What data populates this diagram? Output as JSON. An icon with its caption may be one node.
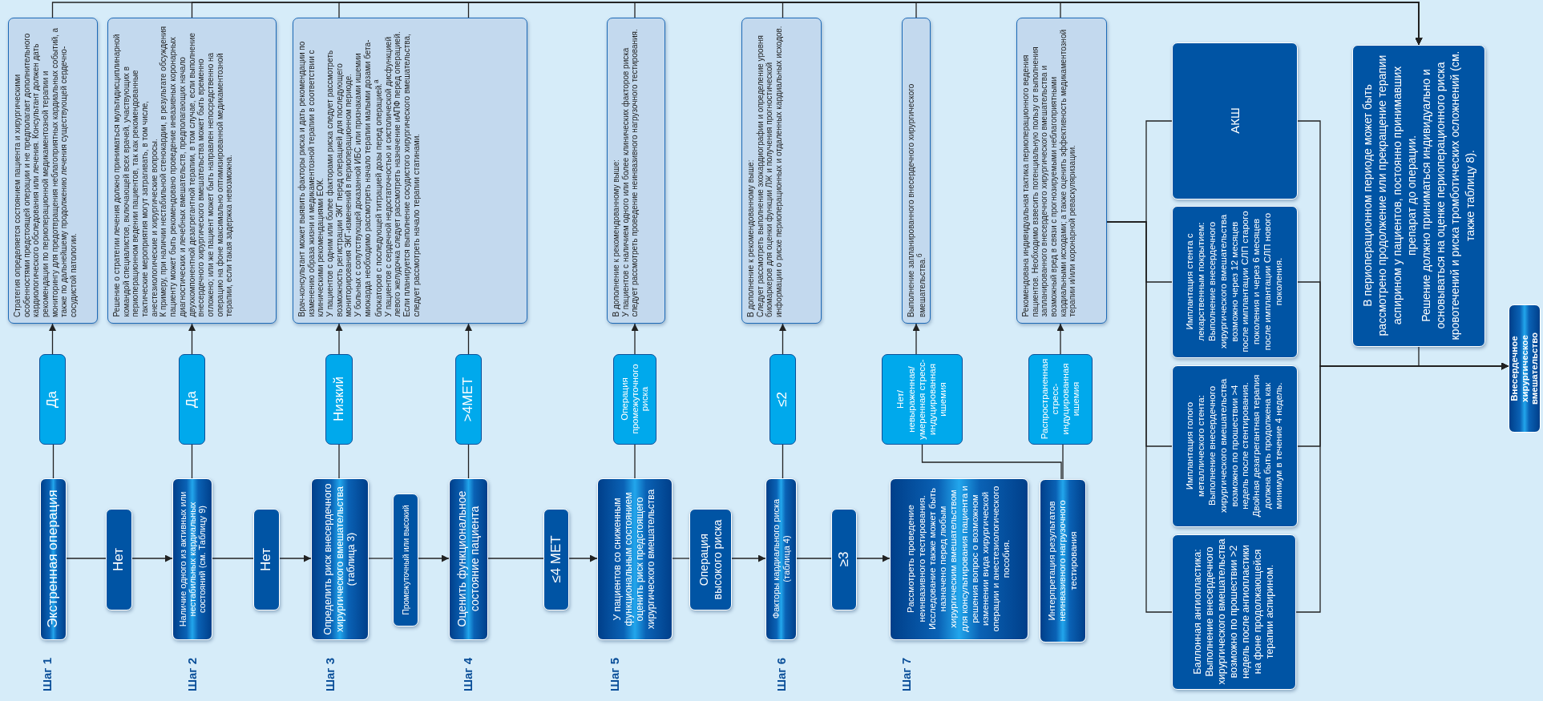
{
  "diagram": {
    "nodes": [
      {
        "text": [
          "Экстренная операция"
        ]
      },
      {
        "text": [
          "Да"
        ]
      },
      {
        "text": [
          "Стратегия определяется состоянием пациента и хирургическими особенностями предстоящей операции и не предполагает дополнительного кардиологического обследования или лечения. Консультант должен дать рекомендации по периоперационной медикаментозной терапии и мониторингу для предотвращения неблагоприятных кардиальных событий, а также по дальнейшему продолжению лечения существующей сердечно-сосудистой патологии."
        ]
      },
      {
        "text": [
          "Нет"
        ]
      },
      {
        "text": [
          "Наличие одного из активных или нестабильных кардиальных состояний (см. Таблицу 9)"
        ]
      },
      {
        "text": [
          "Да"
        ]
      },
      {
        "text": [
          "Решение о стратегии лечения должно приниматься мультидисциплинарной командой специалистов, включающей всех врачей, участвующих в периоперационном ведении пациентов, так как рекомендованные тактические мероприятия могут затрагивать, в том числе, анестезиологические и хирургические вопросы.",
          "К примеру, при наличии нестабильной стенокардии, в результате обсуждения пациенту может быть рекомендовано проведение инвазивных коронарных диагностических и лечебных вмешательств, предполагающих начало двухкомпонентной дезагрегантной терапии, в том случае, если выполнение внесердечного хирургического вмешательства может быть временно отложено; или же пациент может быть направлен непосредственно на операцию на фоне максимально оптимизированной медикаментозной терапии, если такая задержка невозможна."
        ]
      },
      {
        "text": [
          "Нет"
        ]
      },
      {
        "text": [
          "Определить риск внесердечного хирургического вмешательства (таблица 3)"
        ]
      },
      {
        "text": [
          "Низкий"
        ]
      },
      {
        "text": [
          "Врач-консультант может выявить факторы риска и дать рекомендации по изменению образа жизни и медикаментозной терапии в соответствии с клиническими рекомендациями ЕОК.",
          "У пациентов с одним или более факторами риска следует рассмотреть возможность регистрации ЭКГ перед операцией для последующего мониторирования ЭКГ-изменений в периоперационном периоде.",
          "У больных с сопутствующей доказанной ИБС или признаками ишемии миокарда необходимо рассмотреть начало терапии малыми дозами бета-блокаторов с последующей титрацией дозы перед операцией.$^{а}$",
          "У пациентов с сердечной недостаточностью и систолической дисфункцией левого желудочка следует рассмотреть назначение иАПФ перед операцией.",
          "Если планируется выполнение сосудистого хирургического вмешательства, следует рассмотреть начало терапии статинами."
        ]
      },
      {
        "text": [
          "Промежуточный или высокий"
        ]
      },
      {
        "text": [
          "Оценить функциональное состояние пациента"
        ]
      },
      {
        "text": [
          ">4МЕТ"
        ]
      },
      {
        "text": [
          "≤4 МЕТ"
        ]
      },
      {
        "text": [
          "У пациентов со сниженным функциональным состоянием оценить риск предстоящего хирургического вмешательства"
        ]
      },
      {
        "text": [
          "Операция промежуточного риска"
        ]
      },
      {
        "text": [
          "В дополнение к рекомендованному выше:",
          "У пациентов с наличием одного или более клинических факторов риска следует рассмотреть проведение неинвазивного нагрузочного тестирования."
        ]
      },
      {
        "text": [
          "Операция высокого риска"
        ]
      },
      {
        "text": [
          "Факторы кардиального риска (таблица 4)"
        ]
      },
      {
        "text": [
          "≤2"
        ]
      },
      {
        "text": [
          "В дополнение к рекомендованному выше:",
          "Следует рассмотреть выполнение эхокардиографии и определение уровня биомаркеров для оценки функции ЛЖ и получения прогностической информации о риске периоперационных и отдаленных кардиальных исходов."
        ]
      },
      {
        "text": [
          "≥3"
        ]
      },
      {
        "text": [
          "Рассмотреть проведение неинвазивного тестирования. Исследование также может быть назначено перед любым хирургическим вмешательством для консультирования пациента и решения вопрос о возможном изменении вида хирургической операции и анестезиологического пособия."
        ]
      },
      {
        "text": [
          "Интерпретация результатов неинвазивного нагрузочного тестирования"
        ]
      },
      {
        "text": [
          "Нет/ невыраженная/ умеренная стресс-индуцированная ишемия"
        ]
      },
      {
        "text": [
          "Выполнение запланированного внесердечного хирургического вмешательства.$^{б}$"
        ]
      },
      {
        "text": [
          "Распространенная стресс-индуцированная ишемия"
        ]
      },
      {
        "text": [
          "Рекомендована индивидуальная тактика периоперационного ведения пациентов. Необходимо взвесить потенциальную пользу от выполнения запланированного внесердечного хирургического вмешательства и возможный вред в связи с прогнозируемыми неблагоприятными кардиальными исходами; а также оценить эффективность медикаментозной терапии и/или коронарной реваскуляризации."
        ]
      },
      {
        "text": [
          "АКШ"
        ]
      },
      {
        "text": [
          "Имплантация стента с лекарственным покрытием:",
          "Выполнение внесердечного хирургического вмешательства возможно через 12 месяцев после имплантации СЛП старого поколения и через 6 месяцев после имплантации СЛП нового поколения."
        ]
      },
      {
        "text": [
          "Имплантация голого металлического стента:",
          "Выполнение внесердечного хирургического вмешательства возможно по прошествии >4 недель после стентирования.",
          "Двойная дезагрегантная терапия должна быть продолжена как минимум в течение 4 недель."
        ]
      },
      {
        "text": [
          "Баллонная ангиопластика:",
          "Выполнение внесердечного хирургического вмешательства возможно по прошествии >2 недель после ангиопластики на фоне продолжающейся терапии аспирином."
        ]
      },
      {
        "text": [
          "В периоперационном периоде может быть рассмотрено продолжение или прекращение терапии аспирином у пациентов, постоянно принимавших препарат до операции.",
          "Решение должно приниматься индивидуально и основываться на оценке периоперационного риска кровотечений и риска тромботических осложнений (см. также таблицу 8)."
        ]
      },
      {
        "text": [
          "Внесердечное хирургическое вмешательство"
        ]
      }
    ],
    "edges": [
      {
        "from": 0,
        "to": 1,
        "arrow": "none"
      },
      {
        "from": 1,
        "to": 2,
        "arrow": "to"
      },
      {
        "from": 0,
        "to": 3,
        "arrow": "none"
      },
      {
        "from": 3,
        "to": 4,
        "arrow": "to"
      },
      {
        "from": 4,
        "to": 5,
        "arrow": "none"
      },
      {
        "from": 5,
        "to": 6,
        "arrow": "to"
      },
      {
        "from": 4,
        "to": 7,
        "arrow": "none"
      },
      {
        "from": 7,
        "to": 8,
        "arrow": "to"
      },
      {
        "from": 8,
        "to": 9,
        "arrow": "none"
      },
      {
        "from": 9,
        "to": 10,
        "arrow": "to"
      },
      {
        "from": 8,
        "to": 11,
        "arrow": "none"
      },
      {
        "from": 11,
        "to": 12,
        "arrow": "to"
      },
      {
        "from": 12,
        "to": 13,
        "arrow": "none"
      },
      {
        "from": 13,
        "to": 10,
        "arrow": "to"
      },
      {
        "from": 12,
        "to": 14,
        "arrow": "none"
      },
      {
        "from": 14,
        "to": 15,
        "arrow": "to"
      },
      {
        "from": 15,
        "to": 16,
        "arrow": "none"
      },
      {
        "from": 16,
        "to": 17,
        "arrow": "to"
      },
      {
        "from": 15,
        "to": 18,
        "arrow": "none"
      },
      {
        "from": 18,
        "to": 19,
        "arrow": "to"
      },
      {
        "from": 19,
        "to": 20,
        "arrow": "none"
      },
      {
        "from": 20,
        "to": 21,
        "arrow": "to"
      },
      {
        "from": 19,
        "to": 22,
        "arrow": "none"
      },
      {
        "from": 22,
        "to": 23,
        "arrow": "to"
      },
      {
        "from": 24,
        "to": 25,
        "arrow": "none"
      },
      {
        "from": 25,
        "to": 26,
        "arrow": "to"
      },
      {
        "from": 24,
        "to": 27,
        "arrow": "none"
      },
      {
        "from": 27,
        "to": 28,
        "arrow": "to"
      },
      {
        "from": 28,
        "to": 29,
        "arrow": "none"
      },
      {
        "from": 28,
        "to": 30,
        "arrow": "none"
      },
      {
        "from": 28,
        "to": 31,
        "arrow": "none"
      },
      {
        "from": 28,
        "to": 32,
        "arrow": "none"
      },
      {
        "from": 29,
        "to": 34,
        "arrow": "to"
      },
      {
        "from": 30,
        "to": 34,
        "arrow": "to"
      },
      {
        "from": 31,
        "to": 34,
        "arrow": "to"
      },
      {
        "from": 32,
        "to": 34,
        "arrow": "to"
      },
      {
        "from": 2,
        "to": 33,
        "arrow": "to"
      },
      {
        "from": 6,
        "to": 33,
        "arrow": "to"
      },
      {
        "from": 10,
        "to": 33,
        "arrow": "to"
      },
      {
        "from": 17,
        "to": 33,
        "arrow": "to"
      },
      {
        "from": 21,
        "to": 33,
        "arrow": "to"
      },
      {
        "from": 26,
        "to": 33,
        "arrow": "to"
      },
      {
        "from": 28,
        "to": 33,
        "arrow": "to"
      },
      {
        "from": 33,
        "to": 34,
        "arrow": "to"
      }
    ],
    "labels": [
      "Шаг 1",
      "Шаг 2",
      "Шаг 3",
      "Шаг 4",
      "Шаг 5",
      "Шаг 6",
      "Шаг 7"
    ]
  }
}
